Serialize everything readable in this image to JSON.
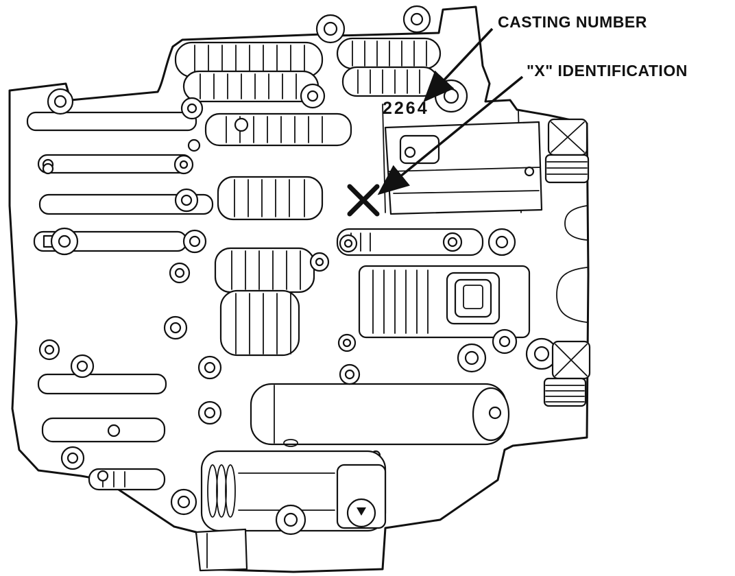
{
  "figure": {
    "colors": {
      "ink": "#111111",
      "background": "#ffffff"
    },
    "callouts": {
      "casting_number": {
        "label": "CASTING NUMBER",
        "value": "2264"
      },
      "x_identification": {
        "label": "\"X\" IDENTIFICATION",
        "mark": "X"
      }
    }
  }
}
